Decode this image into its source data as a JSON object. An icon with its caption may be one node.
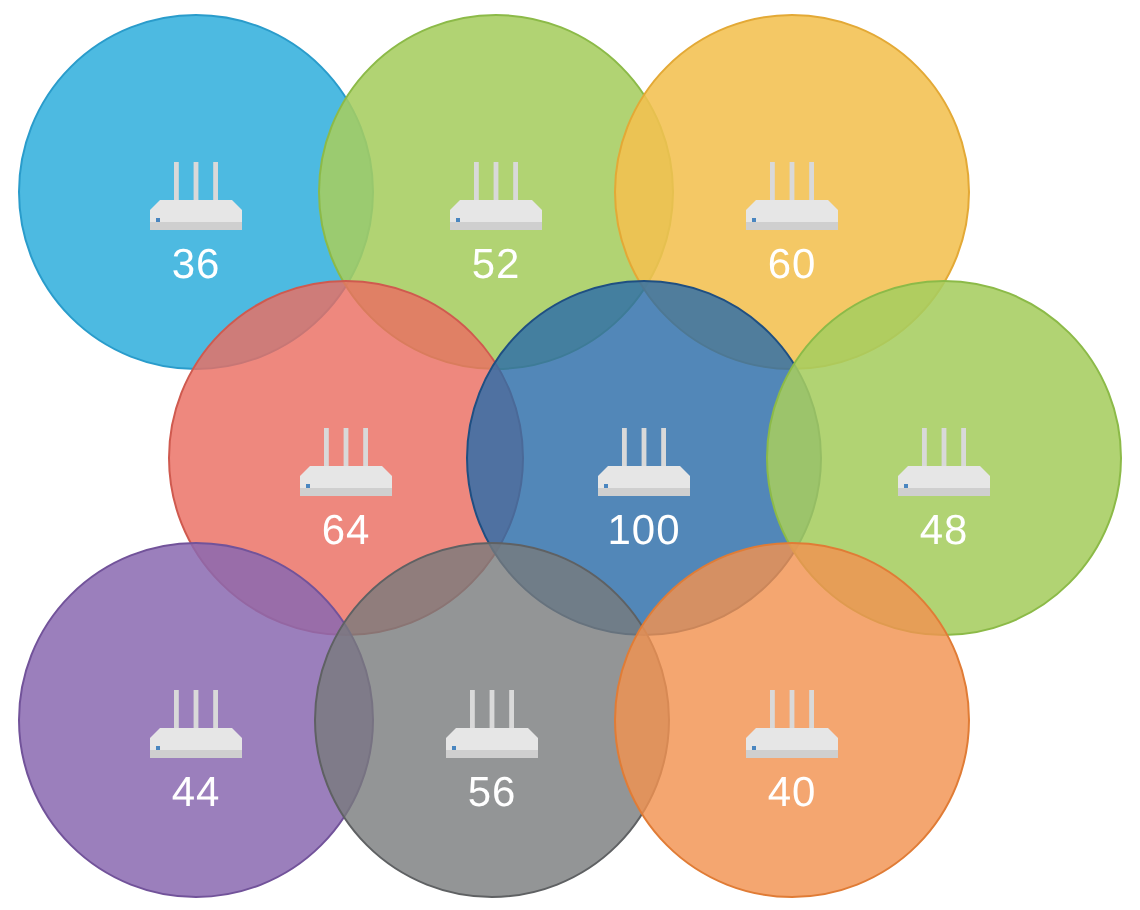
{
  "diagram": {
    "nodes": [
      {
        "text": [
          "36"
        ]
      },
      {
        "text": [
          "52"
        ]
      },
      {
        "text": [
          "60"
        ]
      },
      {
        "text": [
          "64"
        ]
      },
      {
        "text": [
          "100"
        ]
      },
      {
        "text": [
          "48"
        ]
      },
      {
        "text": [
          "44"
        ]
      },
      {
        "text": [
          "56"
        ]
      },
      {
        "text": [
          "40"
        ]
      }
    ]
  }
}
